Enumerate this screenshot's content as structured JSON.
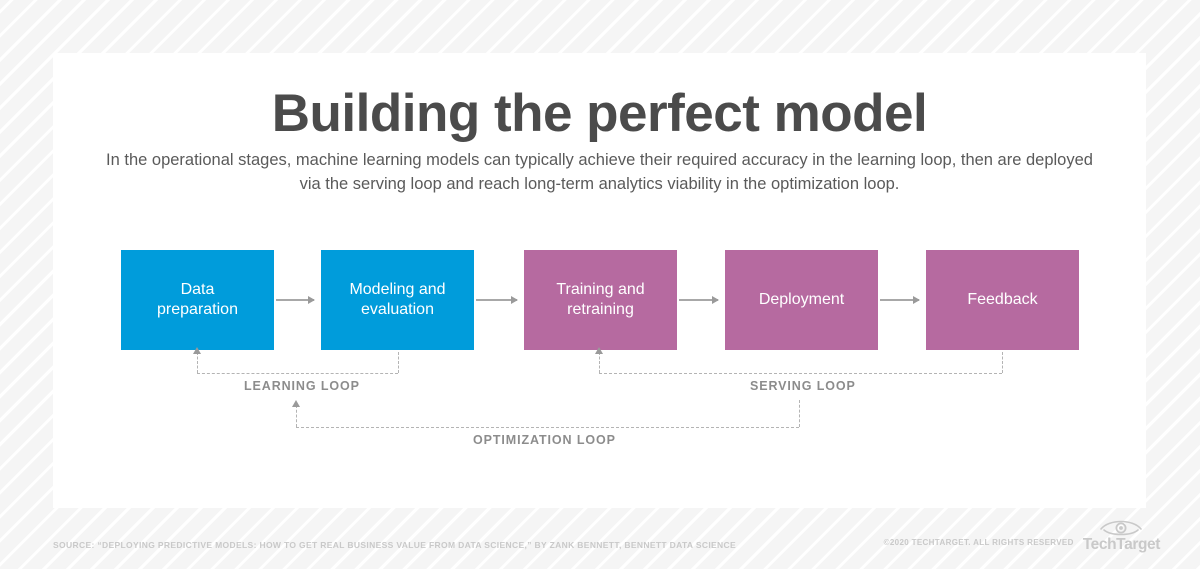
{
  "header": {
    "title": "Building the perfect model",
    "subtitle": "In the operational stages, machine learning models can typically achieve their required accuracy in the learning loop, then are deployed via the serving loop and reach long-term analytics viability in the optimization loop."
  },
  "colors": {
    "blue": "#009CDB",
    "pink": "#B66AA0",
    "arrow": "#A8A8A8",
    "dashed": "#B4B4B4",
    "loop_label": "#8C8C8C",
    "title": "#4B4B4B",
    "subtitle": "#5A5A5A",
    "footer": "#C9C9C9",
    "card": "#FFFFFF",
    "page_background": "#F7F7F7"
  },
  "diagram": {
    "type": "process-flow",
    "nodes": [
      {
        "id": "data-preparation",
        "label": "Data\npreparation",
        "color": "#009CDB",
        "stage": "blue"
      },
      {
        "id": "modeling-evaluation",
        "label": "Modeling and\nevaluation",
        "color": "#009CDB",
        "stage": "blue"
      },
      {
        "id": "training-retraining",
        "label": "Training and\nretraining",
        "color": "#B66AA0",
        "stage": "pink"
      },
      {
        "id": "deployment",
        "label": "Deployment",
        "color": "#B66AA0",
        "stage": "pink"
      },
      {
        "id": "feedback",
        "label": "Feedback",
        "color": "#B66AA0",
        "stage": "pink"
      }
    ],
    "connectors": [
      {
        "from": "data-preparation",
        "to": "modeling-evaluation"
      },
      {
        "from": "modeling-evaluation",
        "to": "training-retraining"
      },
      {
        "from": "training-retraining",
        "to": "deployment"
      },
      {
        "from": "deployment",
        "to": "feedback"
      }
    ],
    "loops": [
      {
        "id": "learning-loop",
        "label": "LEARNING LOOP",
        "from": "modeling-evaluation",
        "to": "data-preparation"
      },
      {
        "id": "serving-loop",
        "label": "SERVING LOOP",
        "from": "feedback",
        "to": "training-retraining"
      },
      {
        "id": "optimization-loop",
        "label": "OPTIMIZATION LOOP",
        "from": "deployment",
        "to": "modeling-evaluation"
      }
    ]
  },
  "footer": {
    "source": "SOURCE: “DEPLOYING PREDICTIVE MODELS: HOW TO GET REAL BUSINESS VALUE FROM DATA SCIENCE,” BY ZANK BENNETT, BENNETT DATA SCIENCE",
    "copyright": "©2020 TECHTARGET. ALL RIGHTS RESERVED",
    "brand": "TechTarget"
  }
}
